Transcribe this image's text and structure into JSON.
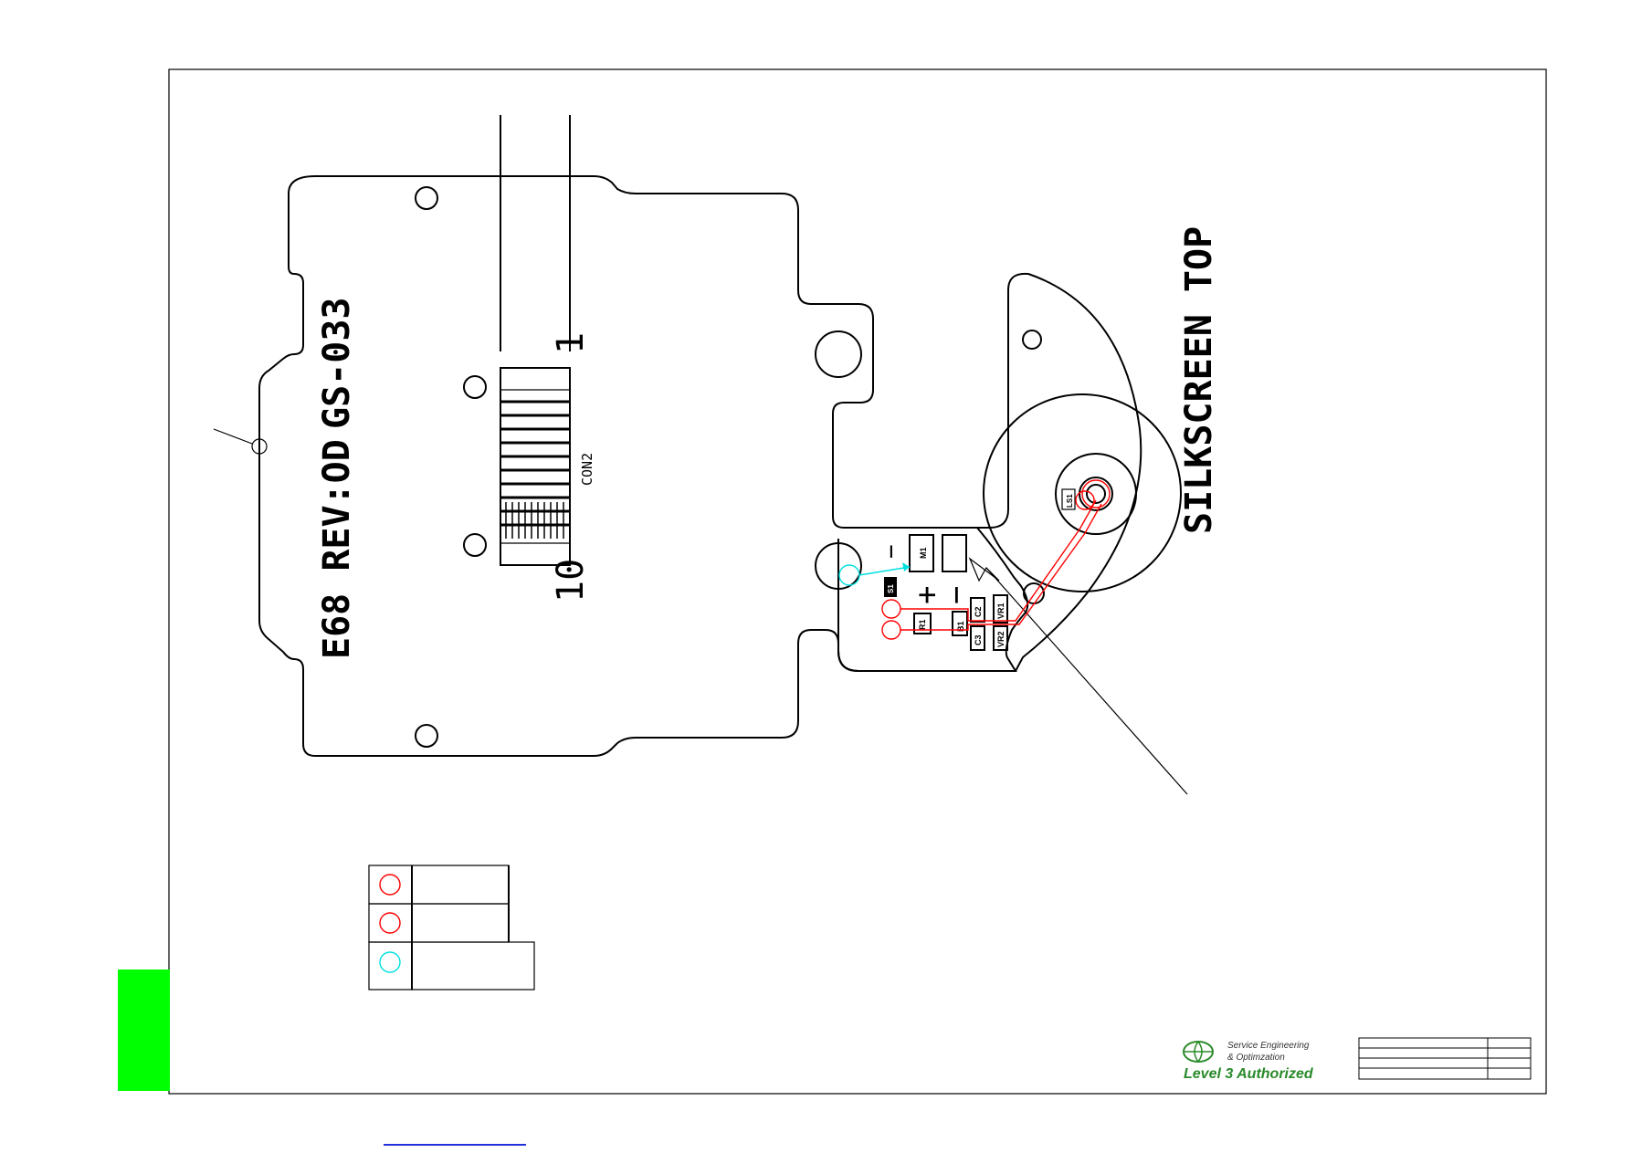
{
  "board": {
    "model_label": "E68 REV:OD",
    "part_label": "GS-033",
    "connector_label": "CON2",
    "pin_first": "1",
    "pin_last": "10",
    "silkscreen_label": "SILKSCREEN TOP"
  },
  "components": {
    "motor": "M1",
    "resistor": "R1",
    "cap2": "C2",
    "cap3": "C3",
    "vr1": "VR1",
    "vr2": "VR2",
    "b1": "B1",
    "s1": "S1",
    "ls1": "LS1",
    "minus_sign": "−",
    "plus_sign": "+",
    "minus_sign_2": "−"
  },
  "legend": {
    "rows": [
      {
        "marker_color": "#ff0000",
        "label": ""
      },
      {
        "marker_color": "#ff0000",
        "label": ""
      },
      {
        "marker_color": "#00e0e0",
        "label": ""
      }
    ]
  },
  "logo": {
    "line1": "Service Engineering",
    "line2": "& Optimzation",
    "line3": "Level 3 Authorized"
  },
  "colors": {
    "trace_red": "#ff0000",
    "trace_cyan": "#00e0e0",
    "tab_green": "#00ff00",
    "link_blue": "#2233dd"
  }
}
